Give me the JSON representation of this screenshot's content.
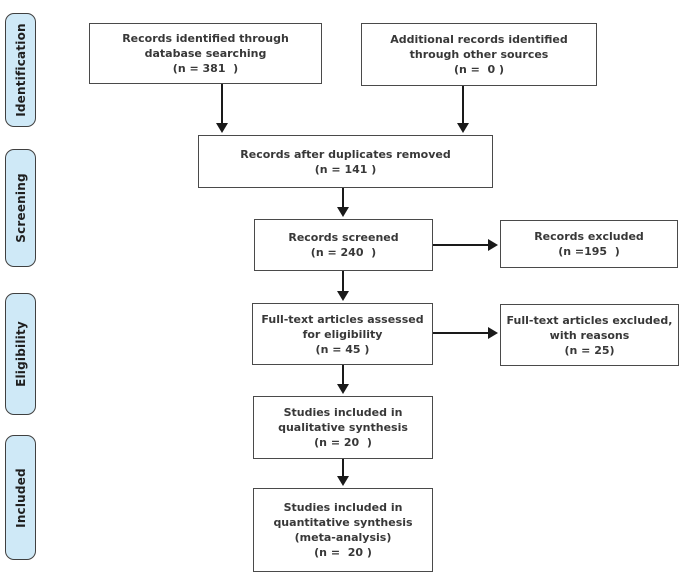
{
  "colors": {
    "stage_fill": "#cfe9f7",
    "stage_border": "#404040",
    "box_border": "#4a4a4a",
    "arrow": "#1a1a1a",
    "text": "#383838",
    "background": "#ffffff"
  },
  "stages": {
    "identification": "Identification",
    "screening": "Screening",
    "eligibility": "Eligibility",
    "included": "Included"
  },
  "boxes": {
    "records_identified": {
      "lines": [
        "Records identified through",
        "database searching",
        "(n = 381  )"
      ]
    },
    "additional_records": {
      "lines": [
        "Additional records identified",
        "through other sources",
        "(n =  0 )"
      ]
    },
    "duplicates_removed": {
      "lines": [
        "Records after duplicates removed",
        "(n = 141 )"
      ]
    },
    "records_screened": {
      "lines": [
        "Records screened",
        "(n = 240  )"
      ]
    },
    "records_excluded": {
      "lines": [
        "Records excluded",
        "(n =195  )"
      ]
    },
    "fulltext_assessed": {
      "lines": [
        "Full-text articles assessed",
        "for eligibility",
        "(n = 45 )"
      ]
    },
    "fulltext_excluded": {
      "lines": [
        "Full-text articles excluded,",
        "with reasons",
        "(n = 25)"
      ]
    },
    "qualitative_synthesis": {
      "lines": [
        "Studies included in",
        "qualitative synthesis",
        "(n = 20  )"
      ]
    },
    "quantitative_synthesis": {
      "lines": [
        "Studies included in",
        "quantitative synthesis",
        "(meta-analysis)",
        "(n =  20 )"
      ]
    }
  }
}
